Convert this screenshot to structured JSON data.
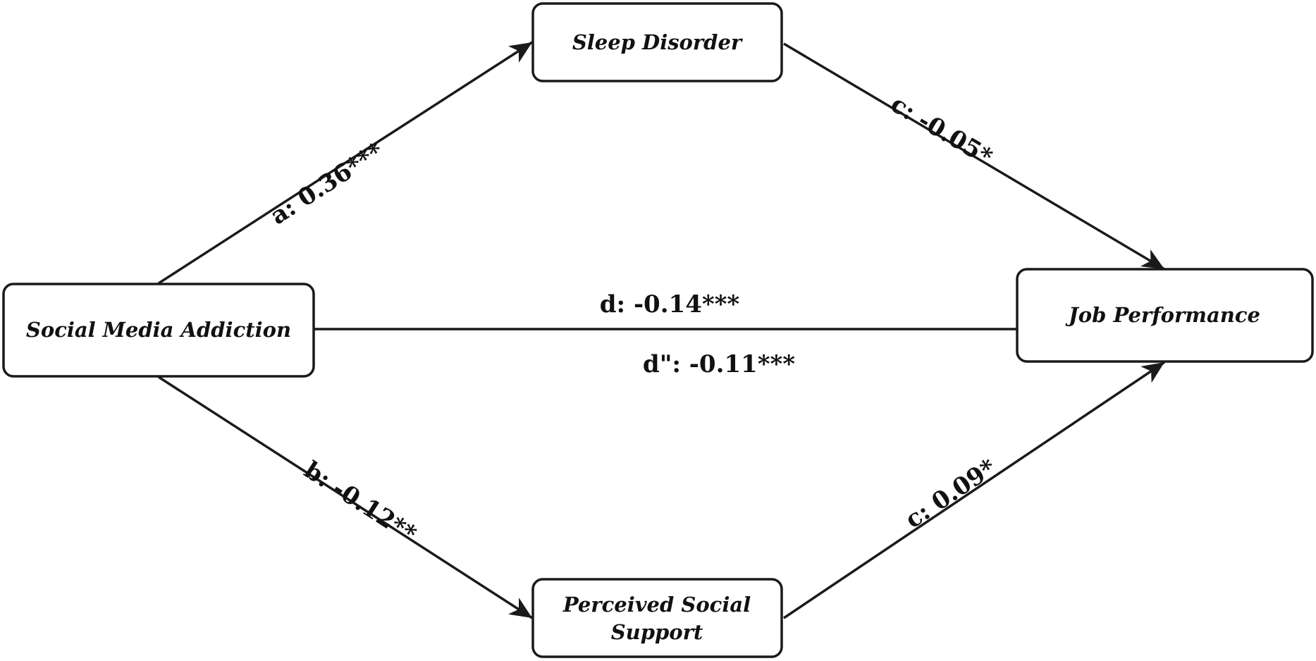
{
  "nodes": {
    "sleep_disorder": {
      "label": "Sleep Disorder"
    },
    "social_media_addiction": {
      "label": "Social Media Addiction"
    },
    "job_performance": {
      "label": "Job Performance"
    },
    "perceived_social_support": {
      "label_line1": "Perceived Social",
      "label_line2": "Support"
    }
  },
  "paths": {
    "a": {
      "label": "a: 0.36***"
    },
    "c_top": {
      "label": "c: -0.05*"
    },
    "d": {
      "label": "d: -0.14***"
    },
    "d_prime": {
      "label": "d\": -0.11***"
    },
    "b": {
      "label": "b: -0.12**"
    },
    "c_bottom": {
      "label": "c: 0.09*"
    }
  },
  "colors": {
    "stroke": "#1a1a1a",
    "text": "#111111",
    "background": "#ffffff"
  }
}
